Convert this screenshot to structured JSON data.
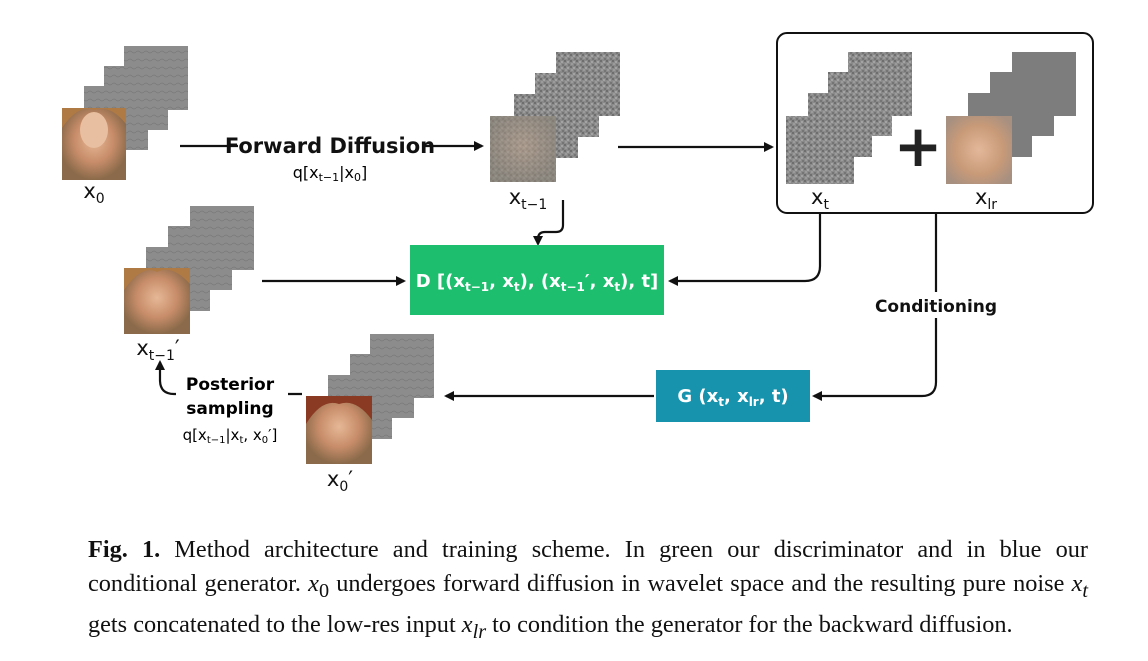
{
  "forward": {
    "title": "Forward Diffusion",
    "formula": "q[x",
    "formula_sub": "t−1",
    "formula_end": "|x",
    "formula_end_sub": "0",
    "close": "]"
  },
  "labels": {
    "x0": "x",
    "x0_sub": "0",
    "xtm1": "x",
    "xtm1_sub": "t−1",
    "xt": "x",
    "xt_sub": "t",
    "xlr": "x",
    "xlr_sub": "lr",
    "xtm1p": "x",
    "xtm1p_sub": "t−1",
    "xtm1p_prime": "′",
    "x0p": "x",
    "x0p_sub": "0",
    "x0p_prime": "′"
  },
  "discriminator": {
    "text": "D [(x",
    "s1": "t−1",
    "t2": ", x",
    "s2": "t",
    "t3": "), (x",
    "s3": "t−1",
    "t4": "′, x",
    "s4": "t",
    "t5": "), t]",
    "color": "#1dbf6e"
  },
  "generator": {
    "text": "G (x",
    "s1": "t",
    "t2": ", x",
    "s2": "lr",
    "t3": ", t)",
    "color": "#1793ad"
  },
  "conditioning": "Conditioning",
  "posterior": {
    "line1": "Posterior",
    "line2": "sampling",
    "formula": "q[x",
    "s1": "t−1",
    "t2": "|x",
    "s2": "t",
    "t3": ", x",
    "s3": "0",
    "t4": "′]"
  },
  "plus": "+",
  "caption": {
    "fig": "Fig. 1.",
    "p1": " Method architecture and training scheme. In green our discriminator and in blue our conditional generator. ",
    "x0": "x",
    "x0_sub": "0",
    "p2": " undergoes forward diffusion in wavelet space and the resulting pure noise ",
    "xt": "x",
    "xt_sub": "t",
    "p3": " gets concatenated to the low-res input ",
    "xlr": "x",
    "xlr_sub": "lr",
    "p4": " to condition the generator for the backward diffusion."
  }
}
